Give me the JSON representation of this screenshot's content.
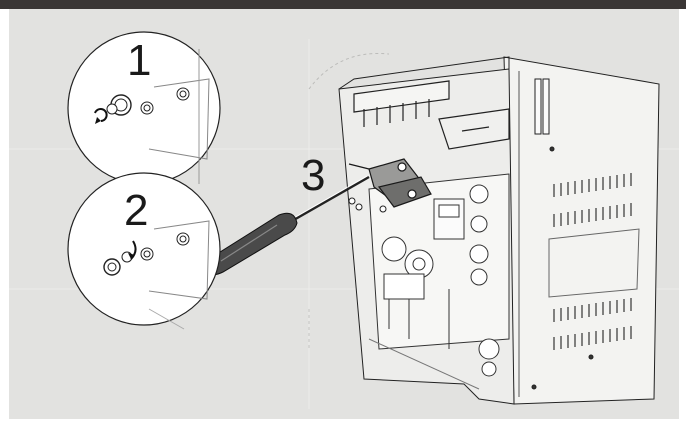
{
  "header": {
    "color": "#3a3635"
  },
  "panel": {
    "background": "#e2e2e0"
  },
  "steps": [
    {
      "label": "1",
      "detail": "unscrew-nut"
    },
    {
      "label": "2",
      "detail": "remove-washer"
    },
    {
      "label": "3",
      "detail": "lever-bracket-with-screwdriver"
    }
  ],
  "tool": {
    "name": "screwdriver-icon",
    "handle_color": "#4a4a4a"
  },
  "device": {
    "name": "boiler-unit"
  }
}
